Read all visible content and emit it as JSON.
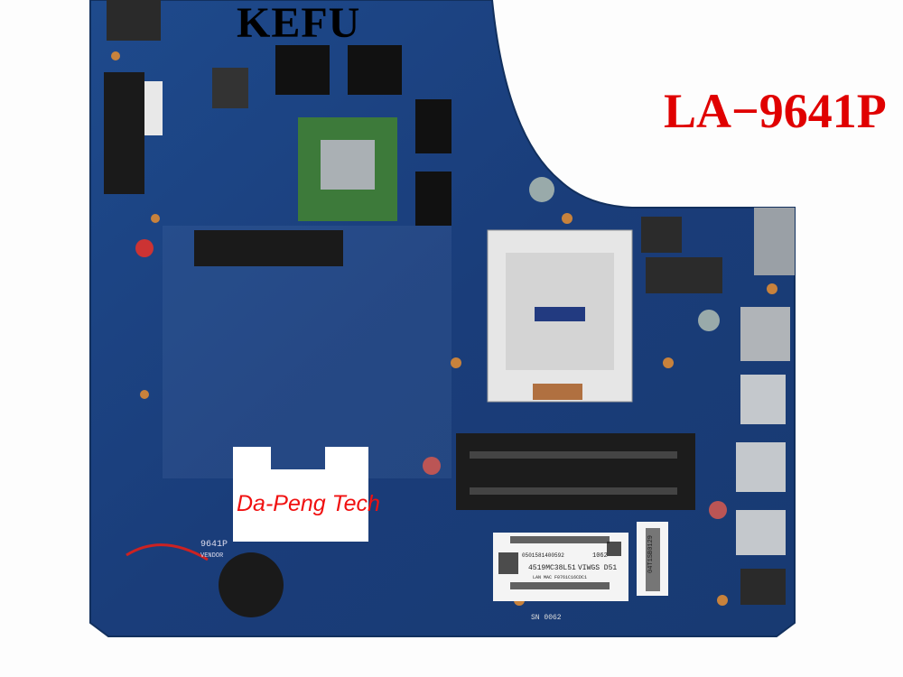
{
  "overlay": {
    "brand": "KEFU",
    "model": "LA−9641P",
    "watermark": "Da-Peng Tech"
  },
  "board_label": {
    "line1": "0501581400592",
    "line2": "4519MC38L51",
    "line3": "VIWGS D51",
    "line4": "1062",
    "line5": "LAN MAC F0761C16CDC1",
    "side_serial": "04T1SB0129",
    "sn": "SN 0062"
  },
  "silkscreen": {
    "board_code": "9641P",
    "vendor": "VENDOR"
  },
  "colors": {
    "board": "#1c3d7a",
    "model_text": "#e00000",
    "watermark_text": "#f01010"
  }
}
